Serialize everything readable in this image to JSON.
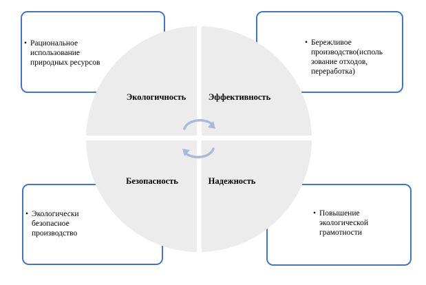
{
  "colors": {
    "box_border": "#4472c4",
    "quadrant_fill": "#ececec",
    "separator": "#ffffff",
    "arrow": "#a9b9dc"
  },
  "icons": {
    "cycle": "circular-arrows-icon"
  },
  "boxes": {
    "top_left": {
      "bullet": "•",
      "text": "Рациональное\nиспользование\nприродных ресурсов"
    },
    "top_right": {
      "bullet": "•",
      "text": "Бережливое\nпроизводство(исполь\nзование отходов,\nпереработка)"
    },
    "bottom_left": {
      "bullet": "•",
      "text": "Экологически\nбезопасное\nпроизводство"
    },
    "bottom_right": {
      "bullet": "•",
      "text": "Повышение\nэкологической\nграмотности"
    }
  },
  "quadrants": {
    "top_left": "Экологичность",
    "top_right": "Эффективность",
    "bottom_left": "Безопасность",
    "bottom_right": "Надежность"
  }
}
